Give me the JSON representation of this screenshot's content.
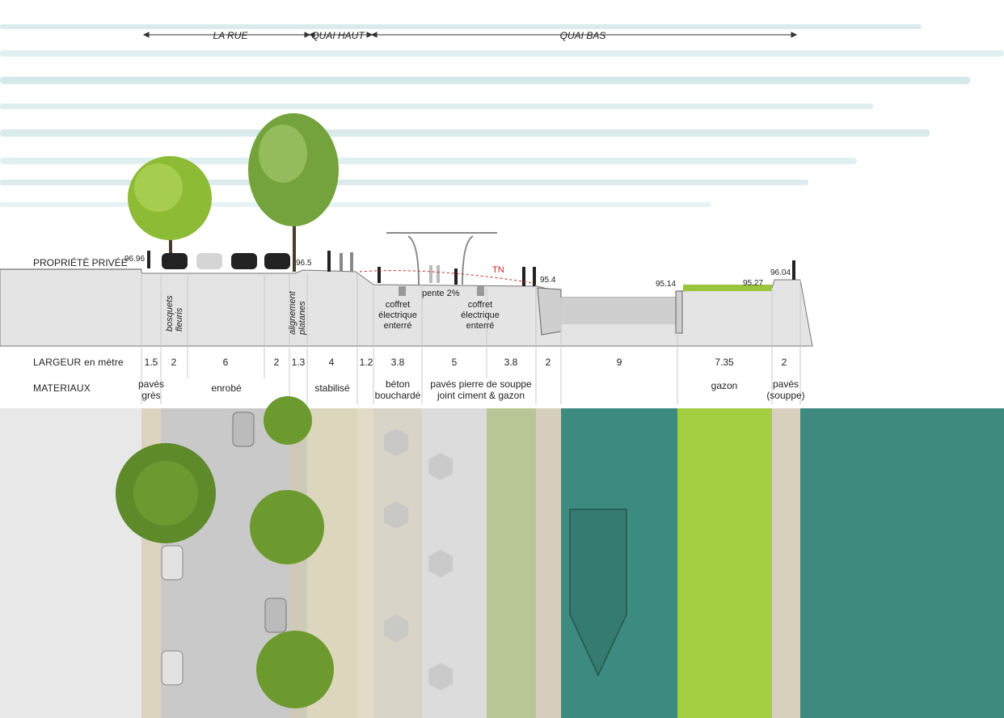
{
  "zones": [
    {
      "label": "LA RUE"
    },
    {
      "label": "QUAI HAUT"
    },
    {
      "label": "QUAI BAS"
    }
  ],
  "section": {
    "property_label": "PROPRIÉTÉ PRIVÉE",
    "elevations": [
      "96.96",
      "96.5",
      "95.4",
      "95.14",
      "95.27",
      "96.04"
    ],
    "tn_label": "TN",
    "slope_label": "pente 2%",
    "vertical_labels": [
      {
        "line1": "bosquets",
        "line2": "fleuris"
      },
      {
        "line1": "alignement",
        "line2": "platanes"
      }
    ],
    "coffrets": [
      {
        "line1": "coffret",
        "line2": "électrique",
        "line3": "enterré"
      },
      {
        "line1": "coffret",
        "line2": "électrique",
        "line3": "enterré"
      }
    ]
  },
  "widths": {
    "label": "LARGEUR en mètre",
    "values": [
      "1.5",
      "2",
      "6",
      "2",
      "1.3",
      "4",
      "1.2",
      "3.8",
      "5",
      "3.8",
      "2",
      "9",
      "7.35",
      "2"
    ]
  },
  "materials": {
    "label": "MATERIAUX",
    "items": [
      {
        "line1": "pavés",
        "line2": "grès"
      },
      {
        "line1": "enrobé",
        "line2": ""
      },
      {
        "line1": "stabilisé",
        "line2": ""
      },
      {
        "line1": "béton",
        "line2": "bouchardé"
      },
      {
        "line1": "pavés pierre de souppe",
        "line2": "joint ciment & gazon"
      },
      {
        "line1": "gazon",
        "line2": ""
      },
      {
        "line1": "pavés",
        "line2": "(souppe)"
      }
    ]
  },
  "colors": {
    "sky": "#cfe5e6",
    "ground_section": "#e3e3e3",
    "water": "#3d8a80",
    "grass": "#9ac53a",
    "tree": "#6c9a2e",
    "asphalt": "#c9c9c9",
    "stabilise": "#dcd6bd",
    "pavers": "#bfc7a0"
  }
}
